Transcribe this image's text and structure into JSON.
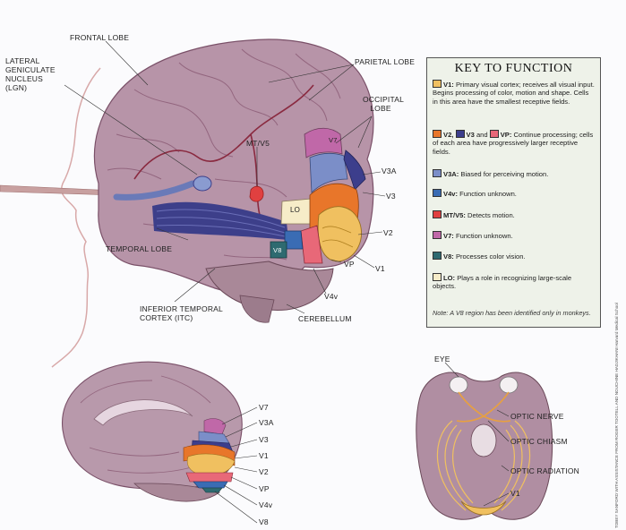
{
  "main_labels": {
    "frontal_lobe": "FRONTAL LOBE",
    "lgn": "LATERAL GENICULATE NUCLEUS (LGN)",
    "parietal_lobe": "PARIETAL LOBE",
    "occipital_lobe": "OCCIPITAL LOBE",
    "mt_v5": "MT/V5",
    "lo": "LO",
    "v7": "V7",
    "v3a": "V3A",
    "v3": "V3",
    "v2": "V2",
    "v1": "V1",
    "vp": "VP",
    "v4v": "V4v",
    "v8": "V8",
    "temporal_lobe": "TEMPORAL LOBE",
    "itc": "INFERIOR TEMPORAL CORTEX (ITC)",
    "cerebellum": "CEREBELLUM"
  },
  "key": {
    "title": "KEY TO FUNCTION",
    "items": [
      {
        "name": "V1:",
        "desc": " Primary visual cortex; receives all visual input. Begins processing of color, motion and shape. Cells in this area have the smallest receptive fields.",
        "color": "#f0c060"
      },
      {
        "name": "V2,",
        "desc": " Continue processing; cells of each area have progressively larger receptive fields.",
        "color": "#e8762a",
        "name2": "V3",
        "mid": " and ",
        "color2": "#3c3e8c",
        "name3": "VP:",
        "color3": "#e86878"
      },
      {
        "name": "V3A:",
        "desc": " Biased for perceiving motion.",
        "color": "#7b8ec8"
      },
      {
        "name": "V4v:",
        "desc": " Function unknown.",
        "color": "#3a6cb4"
      },
      {
        "name": "MT/V5:",
        "desc": " Detects motion.",
        "color": "#e04040"
      },
      {
        "name": "V7:",
        "desc": " Function unknown.",
        "color": "#c068a8"
      },
      {
        "name": "V8:",
        "desc": " Processes color vision.",
        "color": "#2e6a70"
      },
      {
        "name": "LO:",
        "desc": " Plays a role in recognizing large-scale objects.",
        "color": "#f6ecc8"
      }
    ],
    "note": "Note: A V8 region has been identified only in monkeys."
  },
  "medial_labels": {
    "v7": "V7",
    "v3a": "V3A",
    "v3": "V3",
    "v1": "V1",
    "v2": "V2",
    "vp": "VP",
    "v4v": "V4v",
    "v8": "V8"
  },
  "bottom_labels": {
    "eye": "EYE",
    "optic_nerve": "OPTIC NERVE",
    "optic_chiasm": "OPTIC CHIASM",
    "optic_radiation": "OPTIC RADIATION",
    "v1": "V1"
  },
  "credit": "TOBEY SANFORD WITH ASSISTANCE FROM ROGER TOOTELL AND NOUCHINE HADJIKHANI Harvard Medical School"
}
